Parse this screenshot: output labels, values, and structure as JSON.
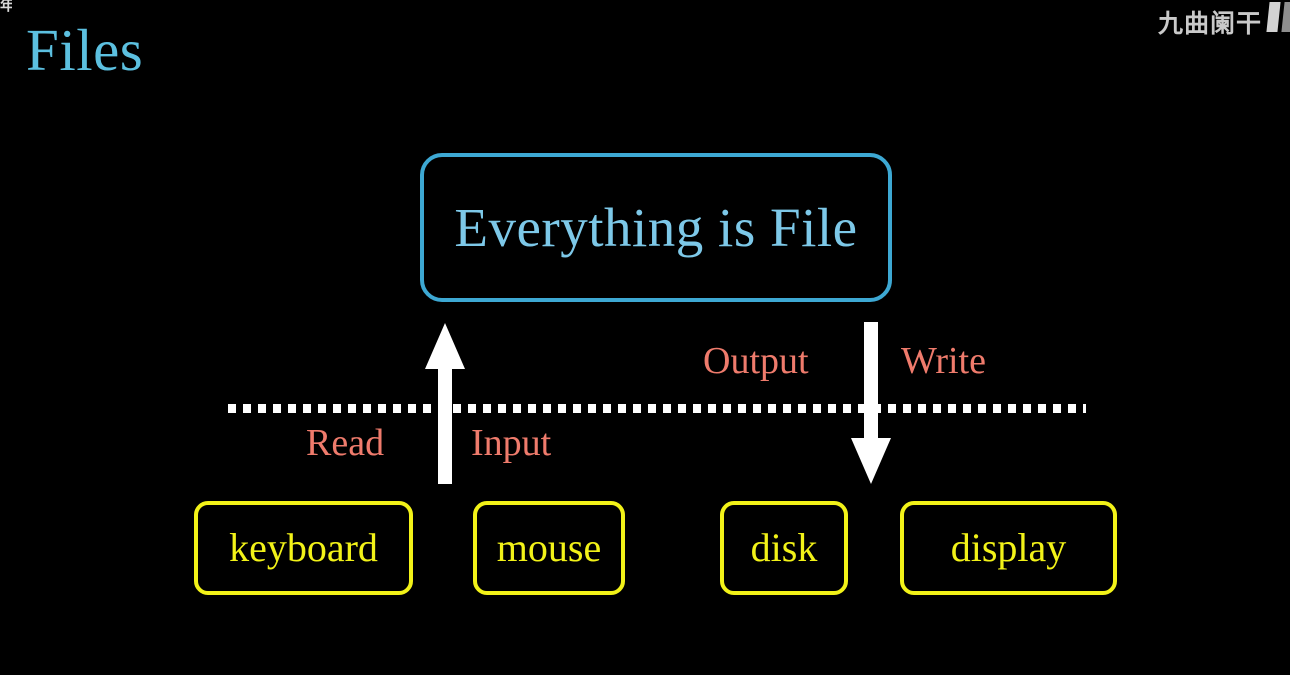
{
  "slide": {
    "background_color": "#000000",
    "title": "Files",
    "title_color": "#5cc0e0"
  },
  "watermark": {
    "text": "九曲阑干",
    "color": "#c9c9c9",
    "corner_glyph": "年"
  },
  "concept": {
    "label": "Everything is File",
    "border_color": "#3da8d3",
    "text_color": "#7dc8e8"
  },
  "divider": {
    "style": "dotted",
    "color": "#ffffff"
  },
  "arrows": [
    {
      "name": "read-input-arrow",
      "direction": "up",
      "color": "#ffffff",
      "from": "keyboard/mouse",
      "to": "Everything is File"
    },
    {
      "name": "output-write-arrow",
      "direction": "down",
      "color": "#ffffff",
      "from": "Everything is File",
      "to": "disk/display"
    }
  ],
  "operations": {
    "color": "#ef7b6c",
    "read": "Read",
    "input": "Input",
    "output": "Output",
    "write": "Write"
  },
  "devices": {
    "border_color": "#f2f218",
    "text_color": "#f2f218",
    "items": [
      {
        "label": "keyboard"
      },
      {
        "label": "mouse"
      },
      {
        "label": "disk"
      },
      {
        "label": "display"
      }
    ]
  }
}
